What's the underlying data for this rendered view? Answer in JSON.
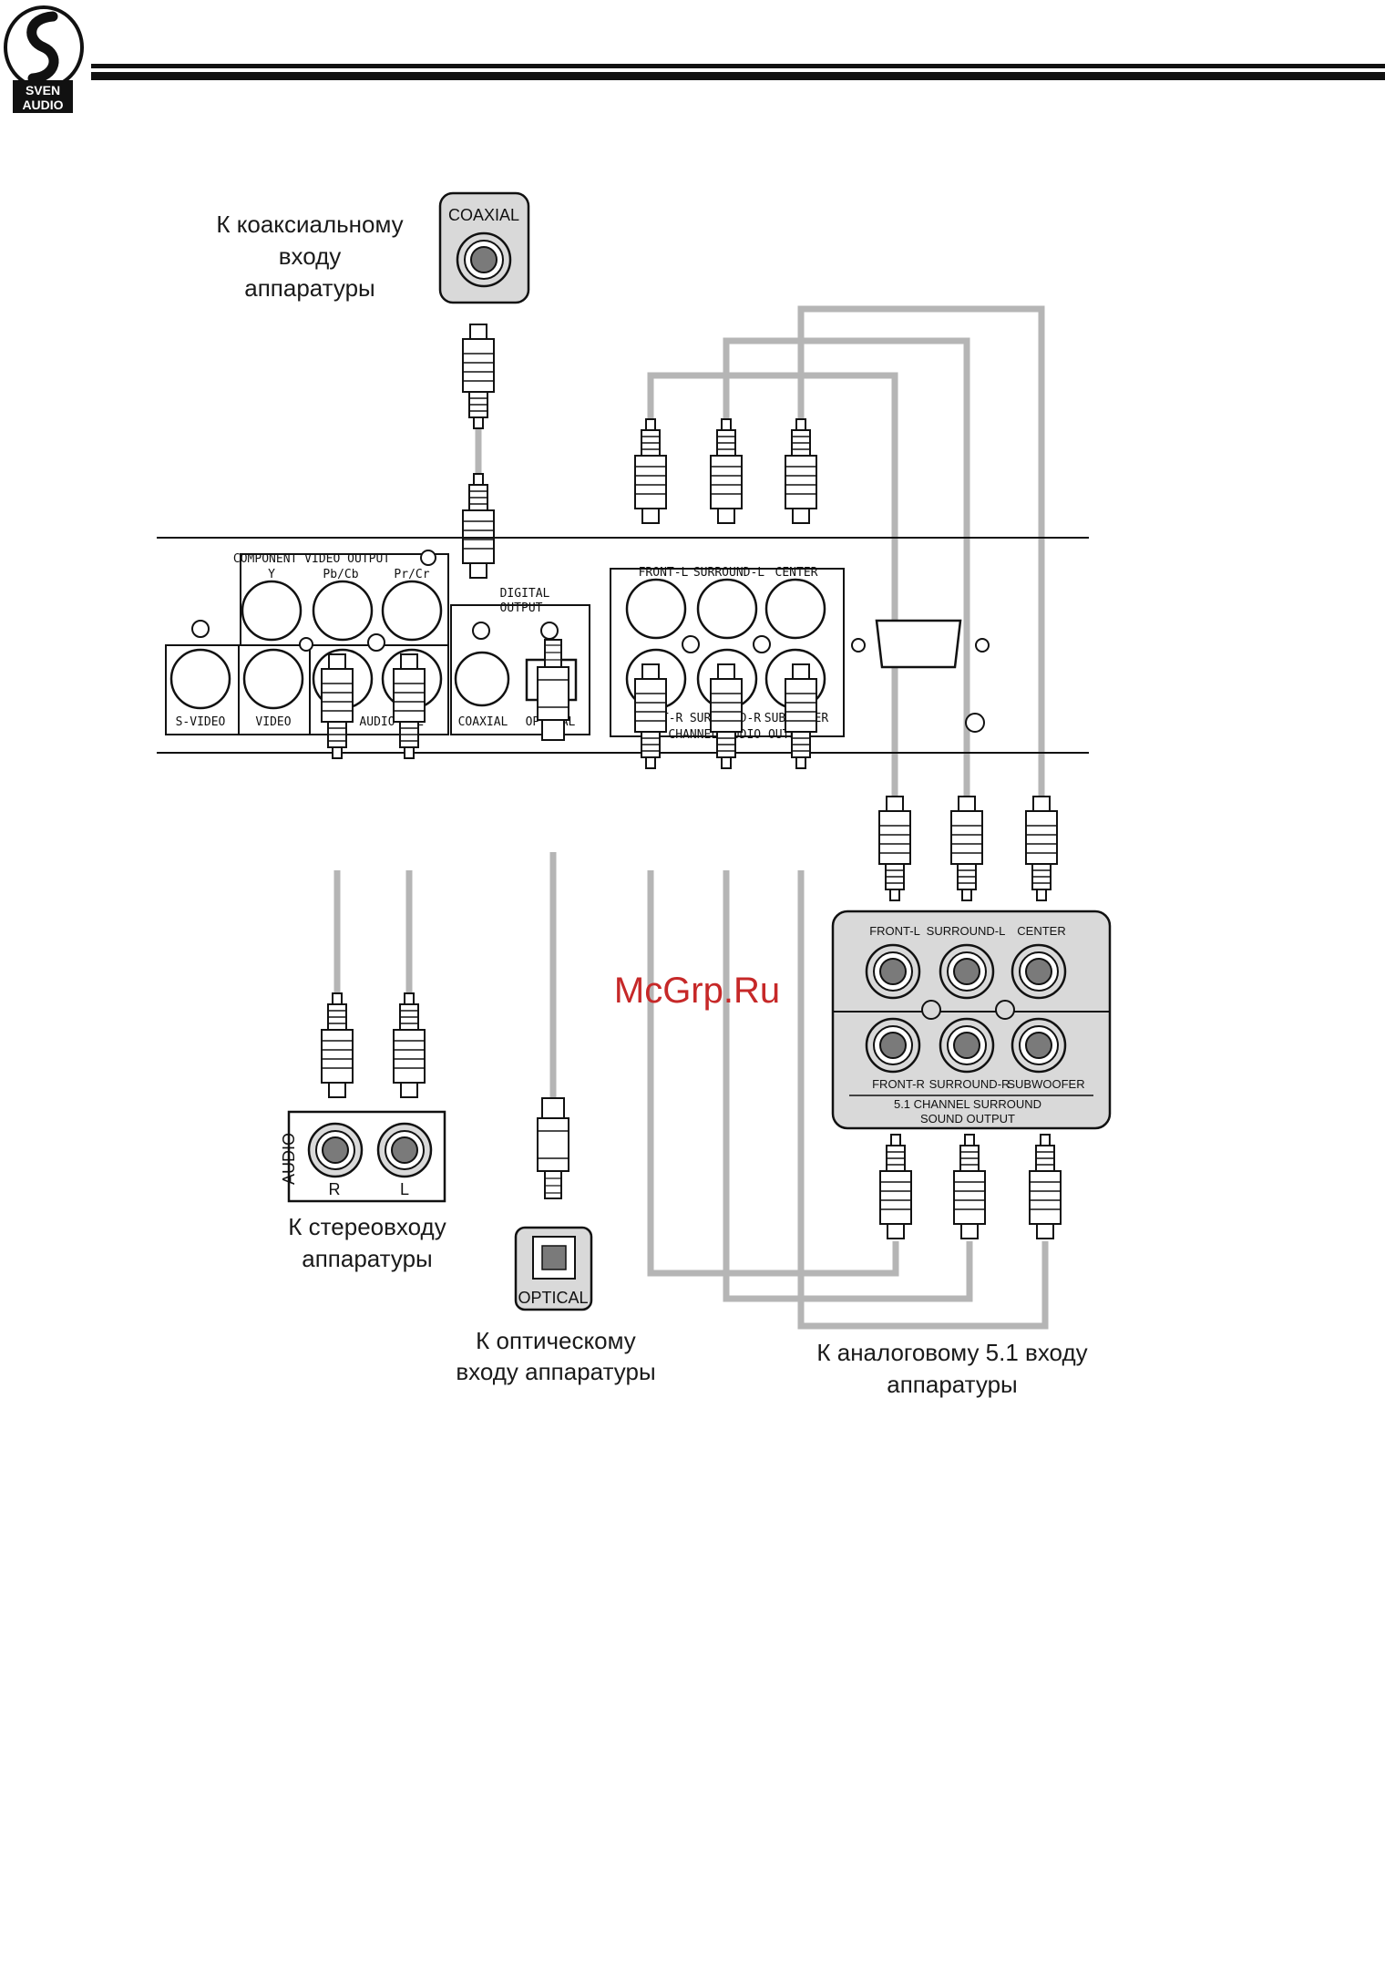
{
  "logo": {
    "text_top": "SVEN",
    "text_bottom": "AUDIO"
  },
  "watermark": "McGrp.Ru",
  "captions": {
    "coaxial": [
      "К коаксиальному",
      "входу",
      "аппаратуры"
    ],
    "stereo": [
      "К стереовходу",
      "аппаратуры"
    ],
    "optical": [
      "К оптическому",
      "входу аппаратуры"
    ],
    "analog51": [
      "К аналоговому 5.1 входу",
      "аппаратуры"
    ]
  },
  "coaxial_jack": {
    "label": "COAXIAL"
  },
  "optical_jack": {
    "label": "OPTICAL"
  },
  "stereo_jack": {
    "label": "AUDIO",
    "r": "R",
    "l": "L"
  },
  "rear_panel": {
    "component_title": "COMPONENT VIDEO OUTPUT",
    "y": "Y",
    "pb": "Pb/Cb",
    "pr": "Pr/Cr",
    "svideo": "S-VIDEO",
    "video": "VIDEO",
    "audio": "R - AUDIO - L",
    "digital_title_1": "DIGITAL",
    "digital_title_2": "OUTPUT",
    "coaxial": "COAXIAL",
    "optical": "OPTICAL",
    "front_l": "FRONT-L",
    "surround_l": "SURROUND-L",
    "center": "CENTER",
    "front_r": "FRONT-R",
    "surround_r": "SURROUND-R",
    "subwoofer": "SUBWOOFER",
    "ch51": "5.1 CHANNEL AUDIO OUTPUT"
  },
  "receiver_51": {
    "front_l": "FRONT-L",
    "surround_l": "SURROUND-L",
    "center": "CENTER",
    "front_r": "FRONT-R",
    "surround_r": "SURROUND-R",
    "subwoofer": "SUBWOOFER",
    "line1": "5.1 CHANNEL SURROUND",
    "line2": "SOUND OUTPUT"
  },
  "colors": {
    "cable": "#b5b5b5",
    "line": "#111111",
    "jack_fill": "#d9d9d9",
    "watermark": "#c62828"
  }
}
